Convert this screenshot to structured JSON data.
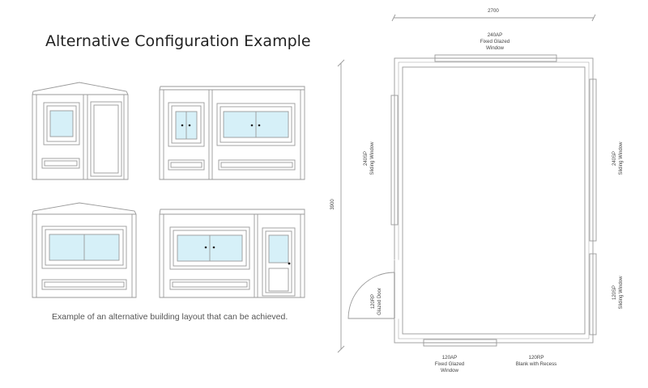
{
  "title": "Alternative Configuration Example",
  "caption": "Example of an alternative building layout that can be achieved.",
  "colors": {
    "line": "#9a9a9a",
    "glass": "#d6f0f8",
    "text": "#444444"
  },
  "plan": {
    "width_dim": "2700",
    "height_dim": "3900",
    "top_window": {
      "code": "240AP",
      "line1": "Fixed Glazed",
      "line2": "Window"
    },
    "left_window": {
      "code": "240SP",
      "line1": "Sliding Window"
    },
    "right_top_window": {
      "code": "240SP",
      "line1": "Sliding Window"
    },
    "right_bottom_window": {
      "code": "120SP",
      "line1": "Sliding Window"
    },
    "door": {
      "code": "120RP",
      "line1": "Glazed Door"
    },
    "bottom_left_window": {
      "code": "120AP",
      "line1": "Fixed Glazed",
      "line2": "Window"
    },
    "bottom_right_panel": {
      "code": "120RP",
      "line1": "Blank with Recess"
    }
  }
}
